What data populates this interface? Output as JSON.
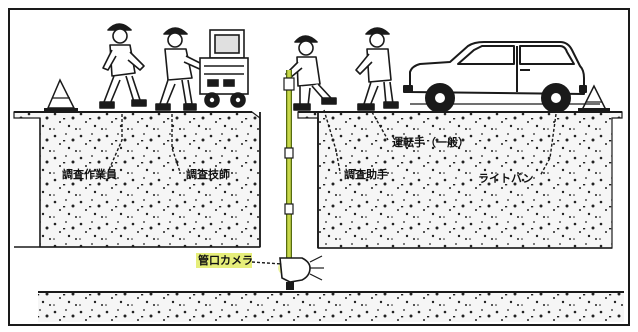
{
  "labels": {
    "survey_worker": "調査作業員",
    "survey_engineer": "調査技師",
    "survey_assistant": "調査助手",
    "driver": "運転手（一般）",
    "light_van": "ライトバン",
    "pipe_camera": "管口カメラ"
  },
  "colors": {
    "ink": "#1a1a1a",
    "pole": "#c8d84a",
    "pole_edge": "#556b10",
    "camera_glow": "#e6ee7a",
    "soil_fill": "#f6f6f6"
  }
}
